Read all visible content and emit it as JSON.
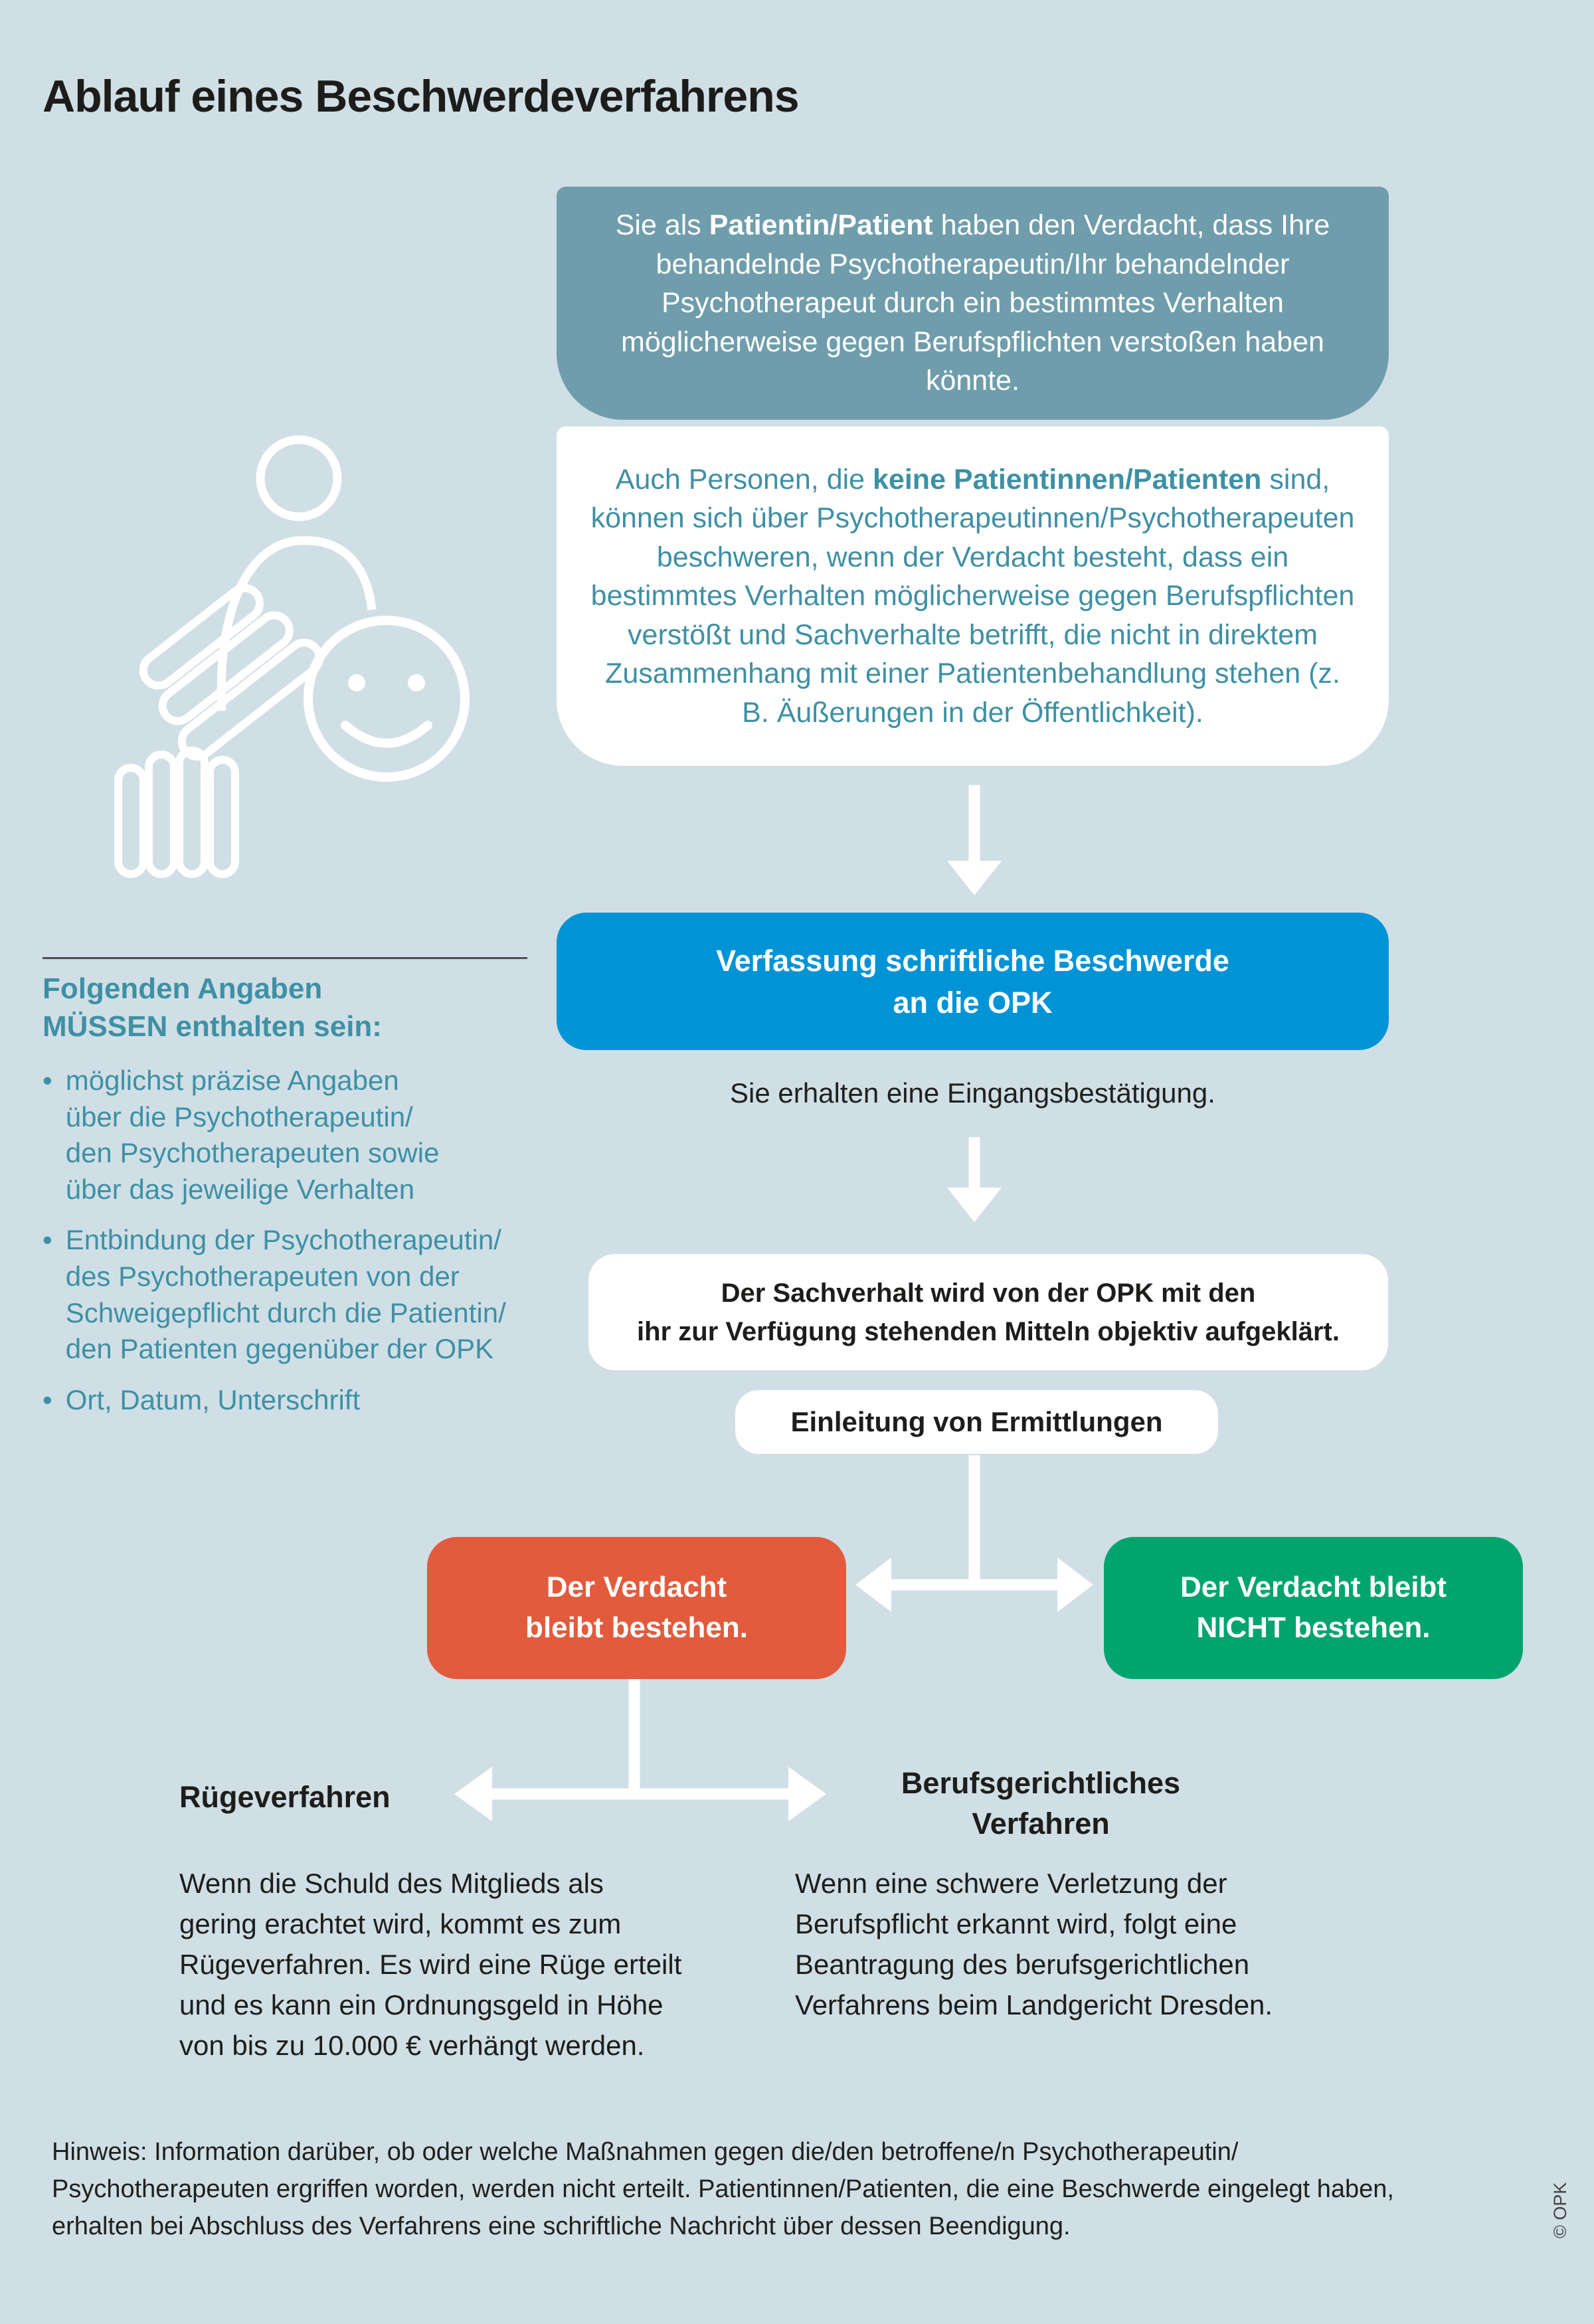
{
  "page": {
    "title": "Ablauf eines Beschwerdeverfahrens",
    "copyright": "© OPK"
  },
  "colors": {
    "background": "#d0dfe5",
    "teal_box": "#6f9dab",
    "teal_text": "#3e90a5",
    "blue_box": "#0094d6",
    "orange_box": "#e25b3c",
    "green_box": "#00a46d",
    "white": "#ffffff",
    "dark_text": "#1d1d1b"
  },
  "intro_box": {
    "pre": "Sie als ",
    "bold": "Patientin/Patient",
    "post": " haben den Verdacht, dass Ihre behandelnde Psychotherapeutin/Ihr behandelnder Psychotherapeut durch ein bestimmtes Verhalten möglicherweise gegen Berufspflichten verstoßen haben könnte."
  },
  "non_patient_box": {
    "pre": "Auch Personen, die ",
    "bold": "keine Patientinnen/Patienten",
    "post": " sind, können sich über Psychotherapeutinnen/Psychotherapeuten beschweren, wenn der Verdacht besteht, dass ein bestimmtes Verhalten möglicherweise gegen Berufspflichten verstößt und Sachverhalte betrifft, die nicht in direktem Zusammenhang mit einer Patientenbehandlung stehen (z. B. Äußerungen in der Öffentlichkeit)."
  },
  "required_info": {
    "heading_lines": [
      "Folgenden Angaben",
      "MÜSSEN enthalten sein:"
    ],
    "bullet_char": "•",
    "items": [
      [
        "möglichst präzise Angaben",
        "über die Psychotherapeutin/",
        "den Psychotherapeuten sowie",
        "über das jeweilige Verhalten"
      ],
      [
        "Entbindung der Psychotherapeutin/",
        "des Psychotherapeuten von der",
        "Schweigepflicht durch die Patientin/",
        "den Patienten gegenüber der OPK"
      ],
      [
        "Ort, Datum, Unterschrift"
      ]
    ]
  },
  "complaint_box": {
    "label_lines": [
      "Verfassung schriftliche Beschwerde",
      "an die OPK"
    ]
  },
  "confirmation_note": "Sie erhalten eine Eingangsbestätigung.",
  "investigation_box": {
    "label_lines": [
      "Der Sachverhalt wird von der OPK mit den",
      "ihr zur Verfügung stehenden Mitteln objektiv aufgeklärt."
    ]
  },
  "initiation_box": {
    "label": "Einleitung von Ermittlungen"
  },
  "suspicion_remains_box": {
    "label_lines": [
      "Der Verdacht",
      "bleibt bestehen."
    ]
  },
  "suspicion_cleared_box": {
    "label_lines": [
      "Der Verdacht bleibt",
      "NICHT bestehen."
    ]
  },
  "ruege": {
    "heading": "Rügeverfahren",
    "body_lines": [
      "Wenn die Schuld des Mitglieds als",
      "gering erachtet wird, kommt es zum",
      "Rügeverfahren. Es wird eine Rüge erteilt",
      "und es kann ein Ordnungsgeld in Höhe",
      "von bis zu 10.000 € verhängt werden."
    ]
  },
  "berufsgericht": {
    "heading_lines": [
      "Berufsgerichtliches",
      "Verfahren"
    ],
    "body_lines": [
      "Wenn eine schwere Verletzung der",
      "Berufspflicht erkannt wird, folgt eine",
      "Beantragung des berufsgerichtlichen",
      "Verfahrens beim Landgericht Dresden."
    ]
  },
  "hinweis": {
    "lines": [
      "Hinweis: Information darüber, ob oder welche Maßnahmen gegen die/den betroffene/n Psychotherapeutin/",
      "Psychotherapeuten ergriffen worden, werden nicht erteilt. Patientinnen/Patienten, die eine Beschwerde eingelegt haben,",
      "erhalten bei Abschluss des Verfahrens eine schriftliche Nachricht über dessen Beendigung."
    ]
  }
}
